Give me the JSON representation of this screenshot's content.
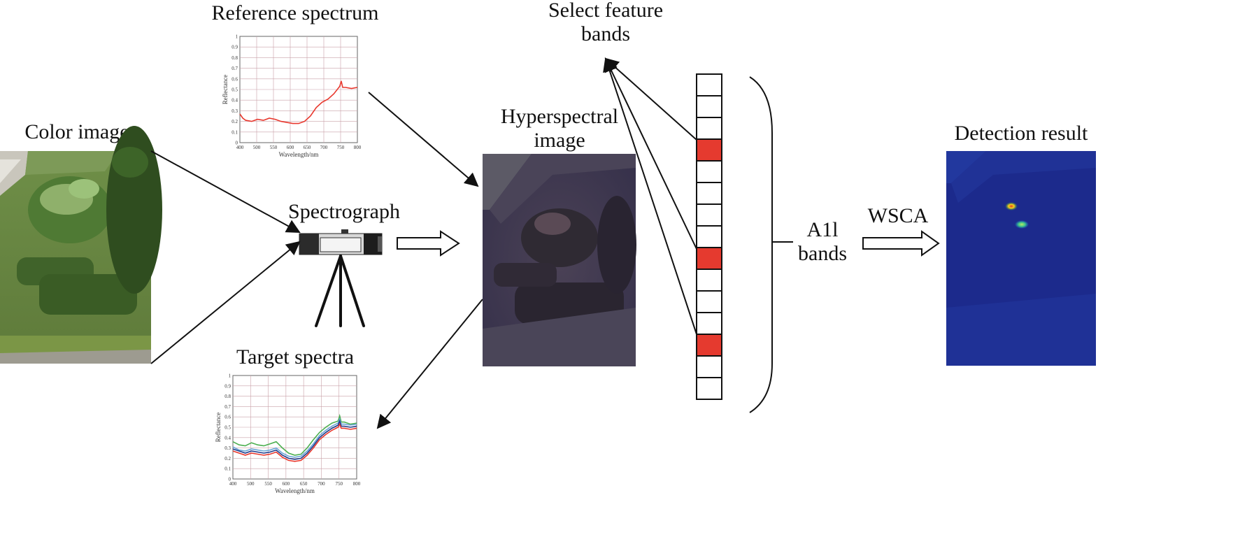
{
  "labels": {
    "color_image": "Color image",
    "reference_spectrum": "Reference spectrum",
    "spectrograph": "Spectrograph",
    "target_spectra": "Target spectra",
    "hyperspectral_line1": "Hyperspectral",
    "hyperspectral_line2": "image",
    "select_line1": "Select feature",
    "select_line2": "bands",
    "all_line1": "A1l",
    "all_line2": "bands",
    "wsca": "WSCA",
    "detection_result": "Detection result"
  },
  "band_strip": {
    "count": 15,
    "selected": [
      3,
      8,
      12
    ],
    "selected_color": "#e53a2f"
  },
  "chart_data": [
    {
      "type": "line",
      "title": "Reference spectrum",
      "xlabel": "Wavelength/nm",
      "ylabel": "Reflectance",
      "xlim": [
        400,
        800
      ],
      "ylim": [
        0,
        1
      ],
      "xticks": [
        "400",
        "500",
        "550",
        "600",
        "650",
        "700",
        "750",
        "800"
      ],
      "yticks": [
        "0",
        "0.1",
        "0.2",
        "0.3",
        "0.4",
        "0.5",
        "0.6",
        "0.7",
        "0.8",
        "0.9",
        "1"
      ],
      "series": [
        {
          "color": "#e8382e",
          "x": [
            400,
            410,
            420,
            440,
            460,
            480,
            500,
            520,
            540,
            560,
            580,
            600,
            620,
            640,
            660,
            680,
            700,
            720,
            740,
            745,
            750,
            760,
            780,
            800
          ],
          "y": [
            0.27,
            0.23,
            0.21,
            0.2,
            0.22,
            0.21,
            0.23,
            0.22,
            0.2,
            0.19,
            0.18,
            0.18,
            0.2,
            0.25,
            0.33,
            0.38,
            0.41,
            0.46,
            0.53,
            0.58,
            0.52,
            0.52,
            0.51,
            0.52
          ]
        }
      ]
    },
    {
      "type": "line",
      "title": "Target spectra",
      "xlabel": "Wavelength/nm",
      "ylabel": "Reflectance",
      "xlim": [
        400,
        800
      ],
      "ylim": [
        0,
        1
      ],
      "xticks": [
        "400",
        "500",
        "550",
        "600",
        "650",
        "700",
        "750",
        "800"
      ],
      "yticks": [
        "0",
        "0.1",
        "0.2",
        "0.3",
        "0.4",
        "0.5",
        "0.6",
        "0.7",
        "0.8",
        "0.9",
        "1"
      ],
      "series": [
        {
          "color": "#4caf50",
          "x": [
            400,
            420,
            440,
            460,
            480,
            500,
            520,
            540,
            560,
            580,
            600,
            620,
            640,
            660,
            680,
            700,
            720,
            740,
            745,
            750,
            760,
            780,
            800
          ],
          "y": [
            0.36,
            0.33,
            0.32,
            0.35,
            0.33,
            0.32,
            0.34,
            0.36,
            0.3,
            0.25,
            0.23,
            0.24,
            0.3,
            0.38,
            0.45,
            0.5,
            0.54,
            0.56,
            0.61,
            0.55,
            0.55,
            0.53,
            0.54
          ]
        },
        {
          "color": "#6aa7d8",
          "x": [
            400,
            420,
            440,
            460,
            480,
            500,
            520,
            540,
            560,
            580,
            600,
            620,
            640,
            660,
            680,
            700,
            720,
            740,
            745,
            750,
            760,
            780,
            800
          ],
          "y": [
            0.31,
            0.28,
            0.27,
            0.29,
            0.28,
            0.27,
            0.28,
            0.3,
            0.25,
            0.22,
            0.21,
            0.22,
            0.27,
            0.34,
            0.42,
            0.47,
            0.51,
            0.54,
            0.58,
            0.53,
            0.53,
            0.52,
            0.53
          ]
        },
        {
          "color": "#1f3c8c",
          "x": [
            400,
            420,
            440,
            460,
            480,
            500,
            520,
            540,
            560,
            580,
            600,
            620,
            640,
            660,
            680,
            700,
            720,
            740,
            745,
            750,
            760,
            780,
            800
          ],
          "y": [
            0.29,
            0.27,
            0.25,
            0.27,
            0.26,
            0.25,
            0.26,
            0.28,
            0.23,
            0.2,
            0.19,
            0.2,
            0.25,
            0.32,
            0.4,
            0.45,
            0.49,
            0.52,
            0.56,
            0.51,
            0.51,
            0.5,
            0.51
          ]
        },
        {
          "color": "#e8382e",
          "x": [
            400,
            420,
            440,
            460,
            480,
            500,
            520,
            540,
            560,
            580,
            600,
            620,
            640,
            660,
            680,
            700,
            720,
            740,
            745,
            750,
            760,
            780,
            800
          ],
          "y": [
            0.27,
            0.25,
            0.23,
            0.25,
            0.24,
            0.23,
            0.24,
            0.26,
            0.21,
            0.18,
            0.17,
            0.18,
            0.23,
            0.3,
            0.38,
            0.43,
            0.47,
            0.5,
            0.53,
            0.49,
            0.49,
            0.48,
            0.49
          ]
        }
      ]
    }
  ]
}
